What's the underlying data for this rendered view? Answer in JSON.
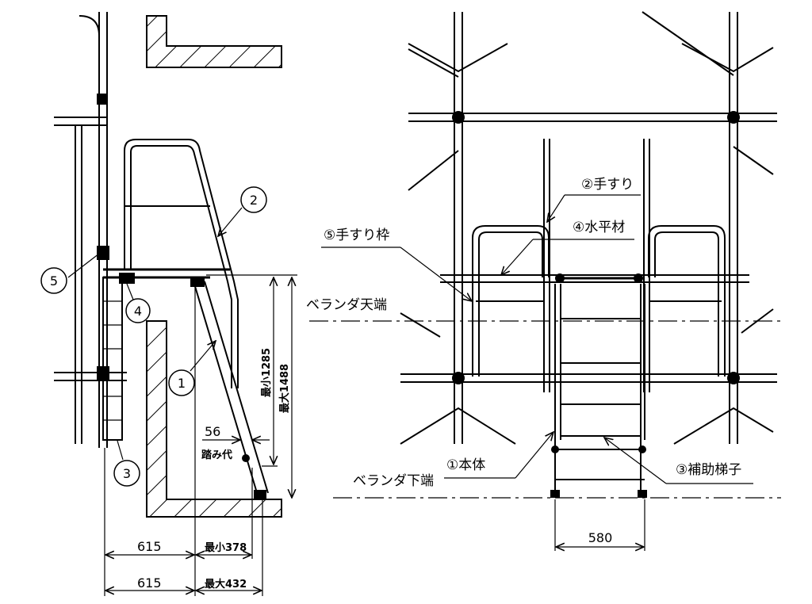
{
  "side_view": {
    "callouts": [
      "1",
      "2",
      "3",
      "4",
      "5"
    ],
    "dim_min_height": "最小1285",
    "dim_max_height": "最大1488",
    "dim_tread": "56",
    "tread_label": "踏み代",
    "dim_615_top": "615",
    "dim_615_bottom": "615",
    "dim_min_depth": "最小378",
    "dim_max_depth": "最大432"
  },
  "front_view": {
    "label_handrail": "②手すり",
    "label_horizontal": "④水平材",
    "label_handrail_frame": "⑤手すり枠",
    "label_veranda_top": "ベランダ天端",
    "label_veranda_bottom": "ベランダ下端",
    "label_body": "①本体",
    "label_aux_ladder": "③補助梯子",
    "dim_width": "580"
  }
}
